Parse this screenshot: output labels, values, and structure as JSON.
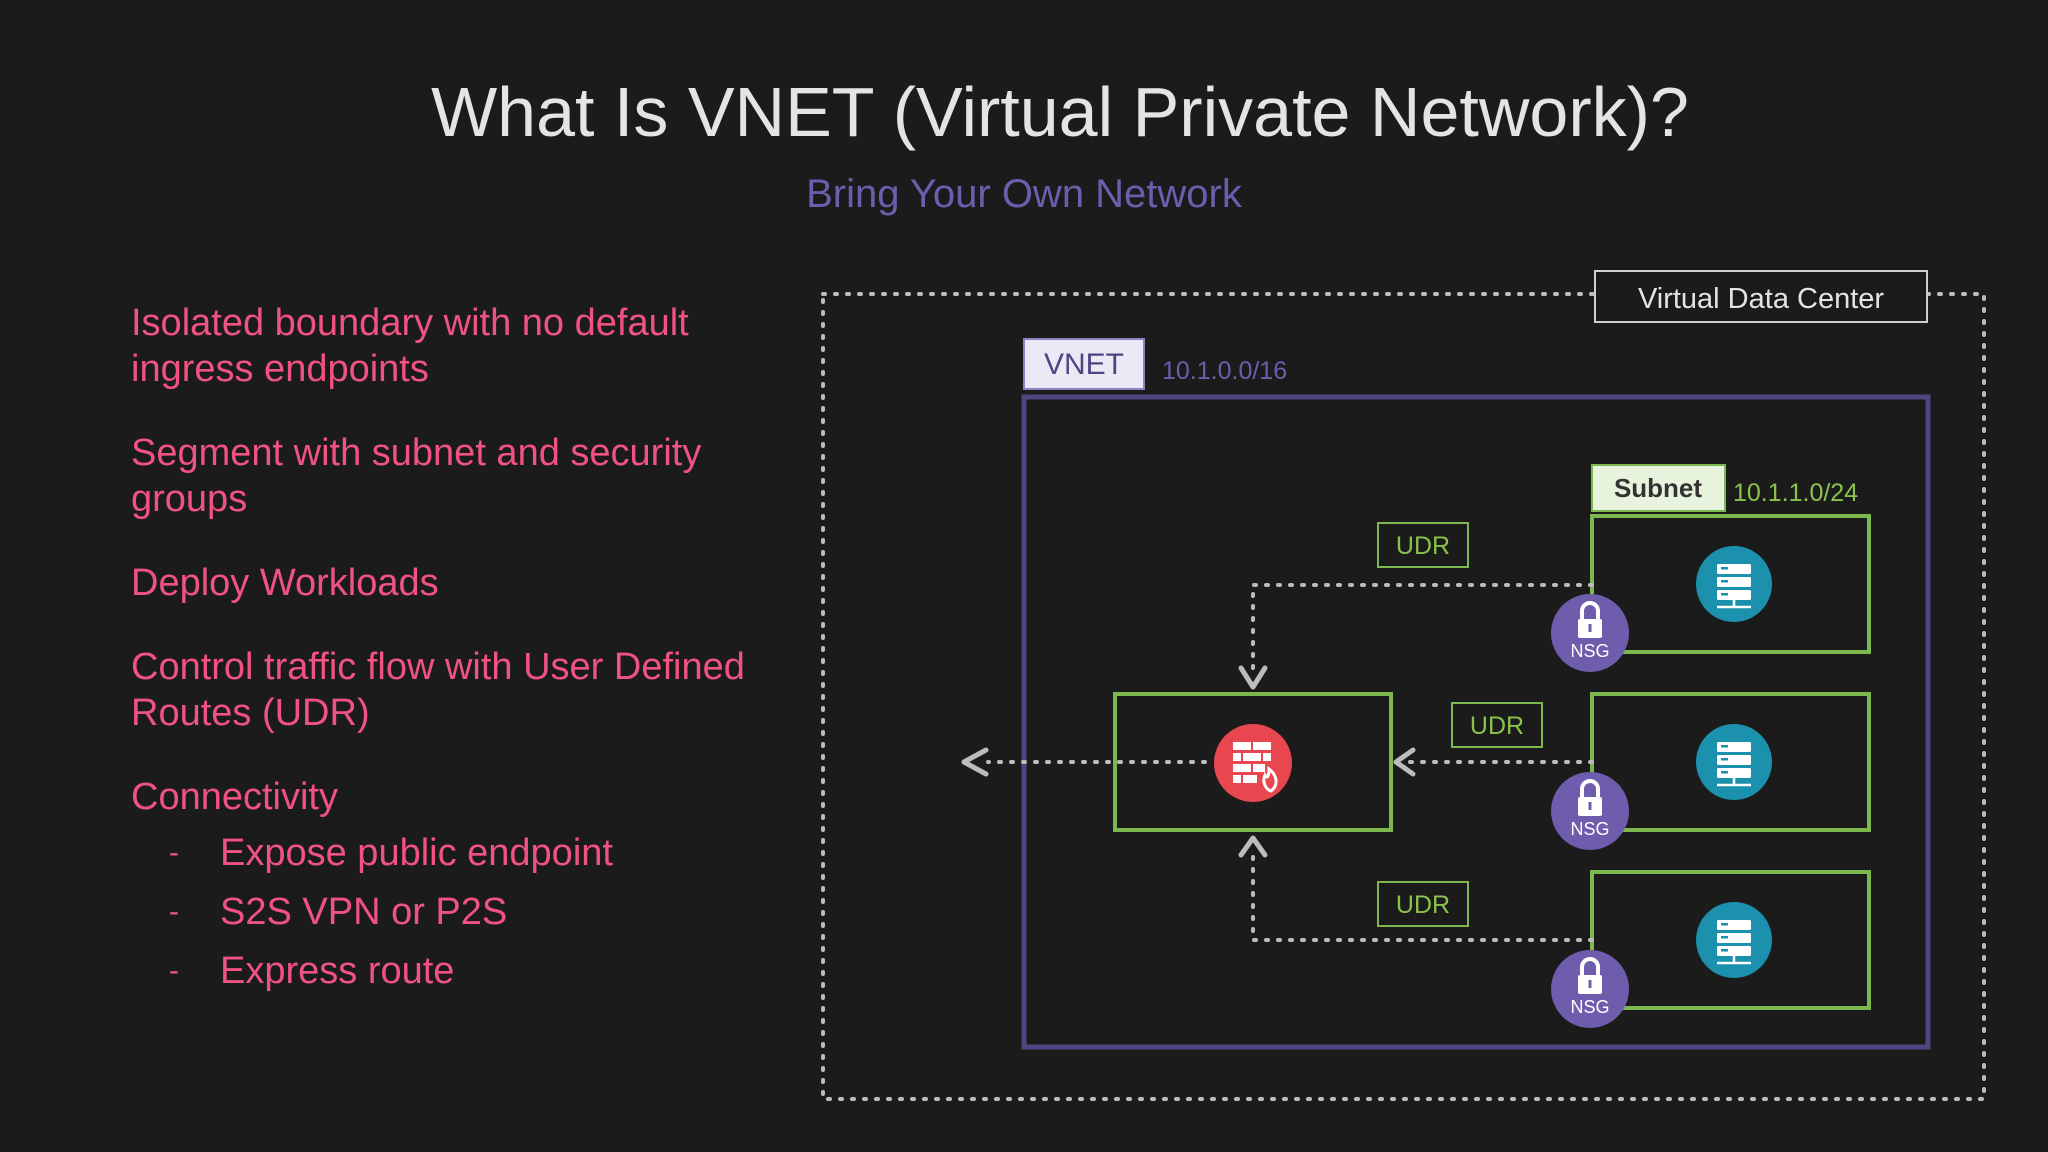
{
  "title": "What Is VNET (Virtual Private Network)?",
  "subtitle": "Bring Your Own Network",
  "bullets": [
    "Isolated boundary with no default ingress endpoints",
    "Segment with subnet and security groups",
    "Deploy Workloads",
    "Control traffic flow with User Defined Routes (UDR)",
    "Connectivity"
  ],
  "connectivity_items": [
    "Expose public endpoint",
    "S2S VPN or P2S",
    "Express route"
  ],
  "diagram": {
    "datacenter_label": "Virtual Data Center",
    "vnet_label": "VNET",
    "vnet_cidr": "10.1.0.0/16",
    "subnet_label": "Subnet",
    "subnet_cidr": "10.1.1.0/24",
    "udr_label": "UDR",
    "nsg_label": "NSG",
    "icons": [
      "firewall-icon",
      "server-icon",
      "lock-icon"
    ]
  },
  "colors": {
    "background": "#1b1b1c",
    "title": "#e4e4e4",
    "subtitle": "#6e5cad",
    "bullet_text": "#f05282",
    "vnet_border": "#4f4580",
    "subnet_border": "#7cb84e",
    "udr_text": "#8bc34a",
    "server_icon": "#1b91ad",
    "nsg_badge": "#6e5cad",
    "firewall": "#e9474f",
    "dotted_line": "#bcbcbc"
  }
}
